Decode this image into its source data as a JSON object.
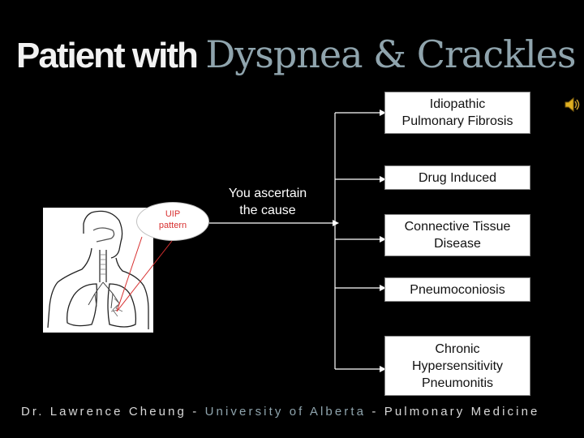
{
  "title": {
    "part1": "Patient with",
    "part2": "Dyspnea & Crackles"
  },
  "icons": {
    "speaker": "speaker-icon",
    "lungs": "respiratory-system-illustration"
  },
  "callout": {
    "line1": "UIP",
    "line2": "pattern"
  },
  "center_label": {
    "line1": "You ascertain",
    "line2": "the cause"
  },
  "causes": [
    {
      "line1": "Idiopathic",
      "line2": "Pulmonary Fibrosis"
    },
    {
      "line1": "Drug Induced"
    },
    {
      "line1": "Connective Tissue",
      "line2": "Disease"
    },
    {
      "line1": "Pneumoconiosis"
    },
    {
      "line1": "Chronic",
      "line2": "Hypersensitivity",
      "line3": "Pneumonitis"
    }
  ],
  "footer": {
    "left": "Dr. Lawrence Cheung - ",
    "mid": "University of Alberta",
    "right": " - Pulmonary Medicine"
  },
  "colors": {
    "background": "#000000",
    "title_accent": "#8fa4ad",
    "callout_text": "#d83030",
    "connector": "#ffffff"
  }
}
